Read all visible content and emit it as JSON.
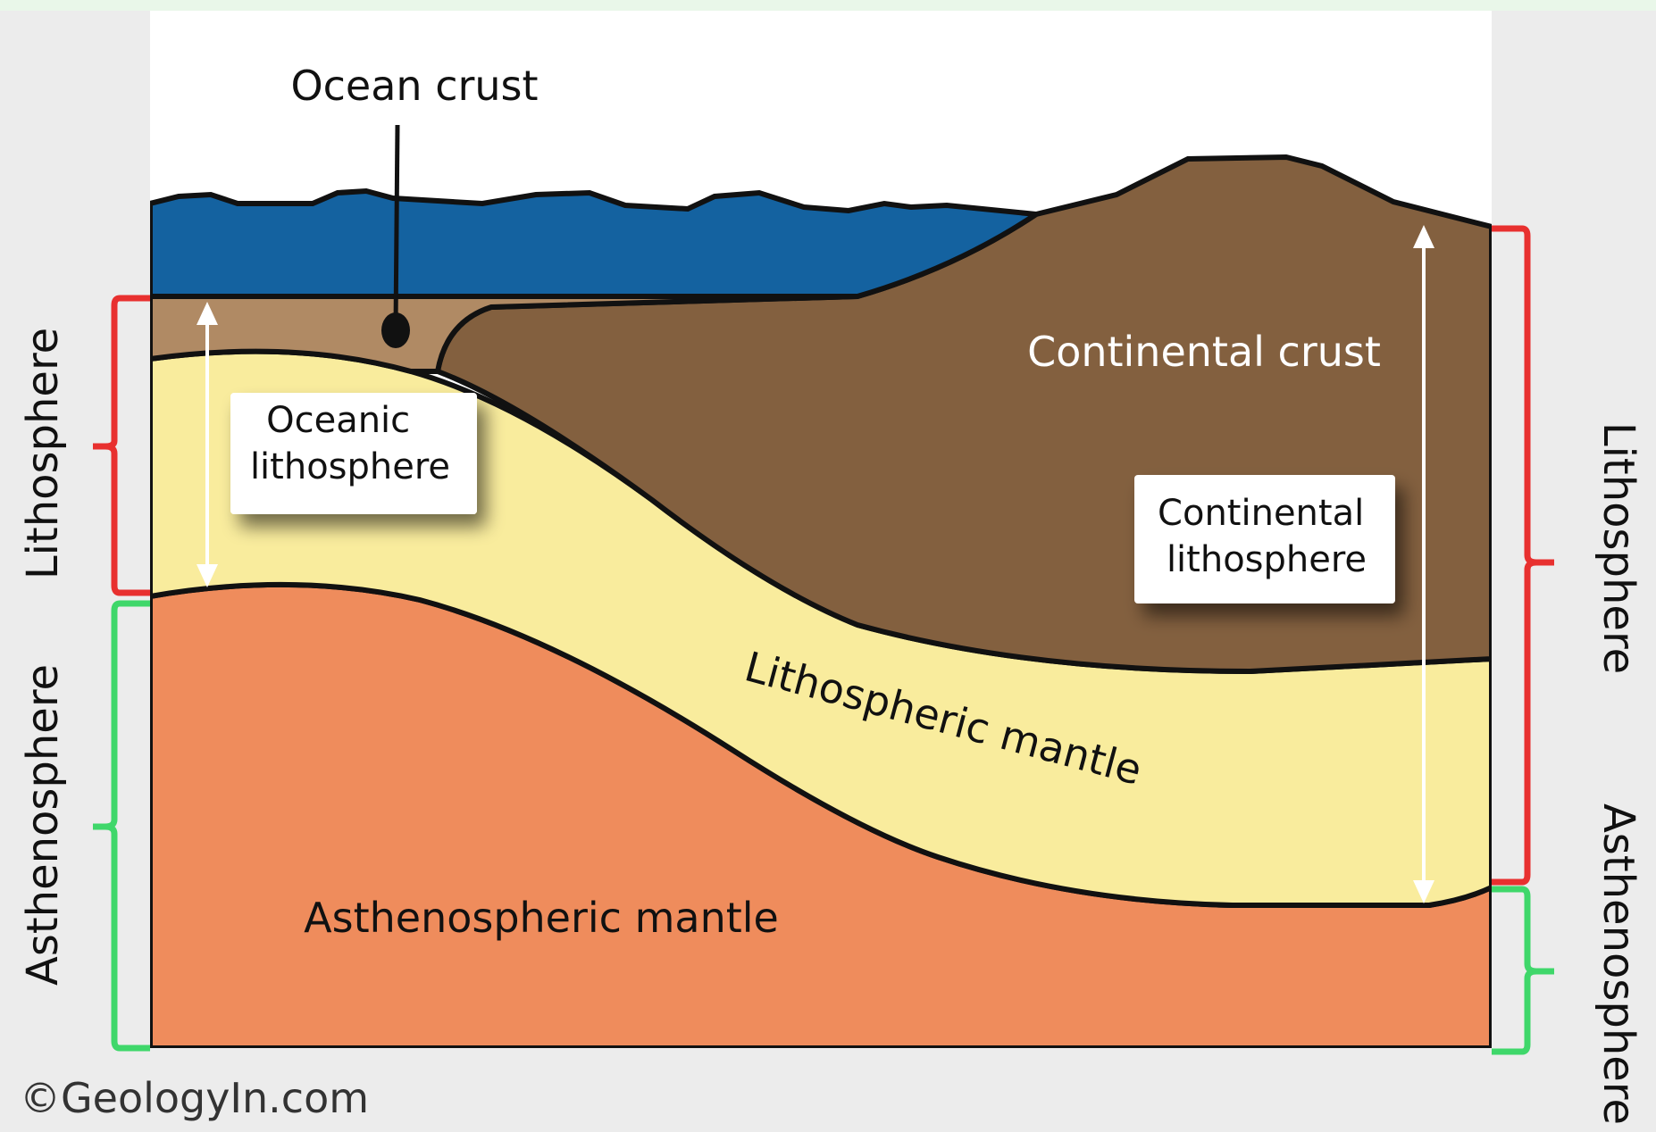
{
  "labels": {
    "ocean_crust": "Ocean crust",
    "continental_crust": "Continental crust",
    "oceanic_lithosphere": [
      "Oceanic",
      "lithosphere"
    ],
    "continental_lithosphere": [
      "Continental",
      "lithosphere"
    ],
    "lithospheric_mantle": "Lithospheric mantle",
    "asthenospheric_mantle": "Asthenospheric mantle",
    "left_lithosphere": "Lithosphere",
    "left_asthenosphere": "Asthenosphere",
    "right_lithosphere": "Lithosphere",
    "right_asthenosphere": "Asthenosphere"
  },
  "watermark": "©GeologyIn.com",
  "colors": {
    "ocean": "#1462a0",
    "ocean_crust": "#b08a64",
    "continental_crust": "#83603f",
    "lithospheric_mantle": "#f9ec9d",
    "asthenospheric_mantle": "#ef8c5c",
    "lithosphere_bracket": "#e8302f",
    "asthenosphere_bracket": "#3fd76a"
  }
}
